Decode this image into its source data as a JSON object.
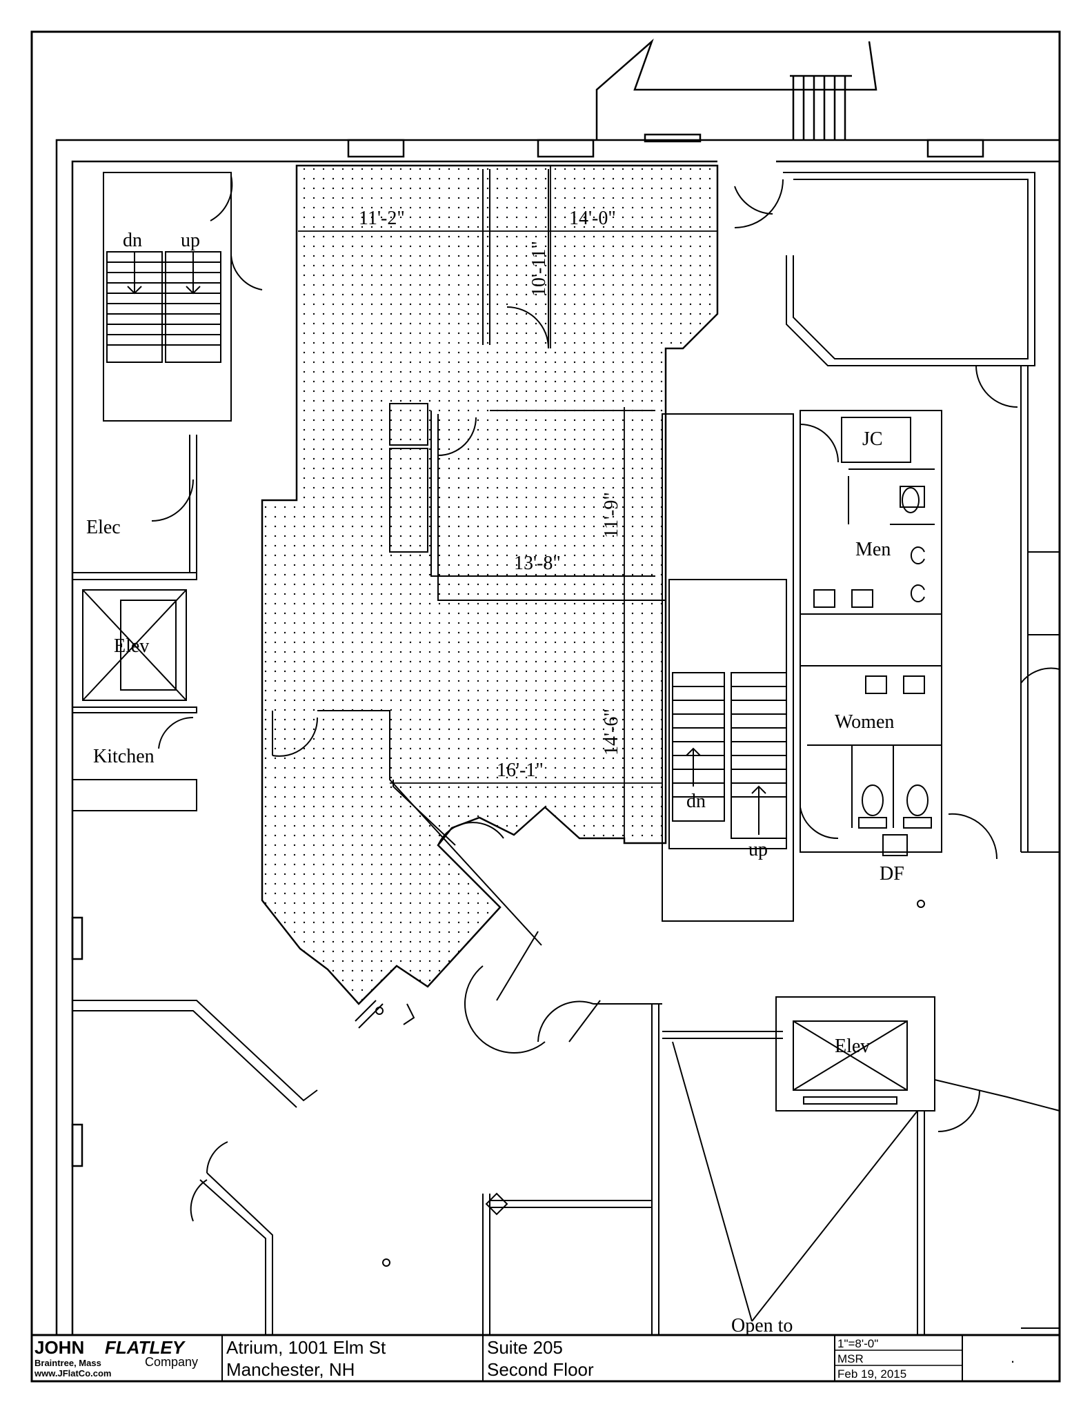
{
  "rooms": {
    "stair_dn": "dn",
    "stair_up": "up",
    "elec": "Elec",
    "elev_left": "Elev",
    "kitchen": "Kitchen",
    "jc": "JC",
    "men": "Men",
    "women": "Women",
    "df": "DF",
    "stair2_dn": "dn",
    "stair2_up": "up",
    "elev_right": "Elev",
    "open_to": "Open to"
  },
  "dimensions": {
    "d1": "11'-2\"",
    "d2": "14'-0\"",
    "d3": "10'-11\"",
    "d4": "11'-9\"",
    "d5": "13'-8\"",
    "d6": "14'-6\"",
    "d7": "16'-1\""
  },
  "title_block": {
    "logo_john": "JOHN",
    "logo_flatley": "FLATLEY",
    "logo_company": "Company",
    "location": "Braintree, Mass",
    "website": "www.JFlatCo.com",
    "address_line1": "Atrium, 1001 Elm St",
    "address_line2": "Manchester, NH",
    "suite": "Suite 205",
    "floor": "Second Floor",
    "scale": "1\"=8'-0\"",
    "drawn_by": "MSR",
    "date": "Feb 19, 2015",
    "mark": "."
  },
  "colors": {
    "logo_gray": "#6b6b6b",
    "logo_blue": "#1e6fd0"
  }
}
